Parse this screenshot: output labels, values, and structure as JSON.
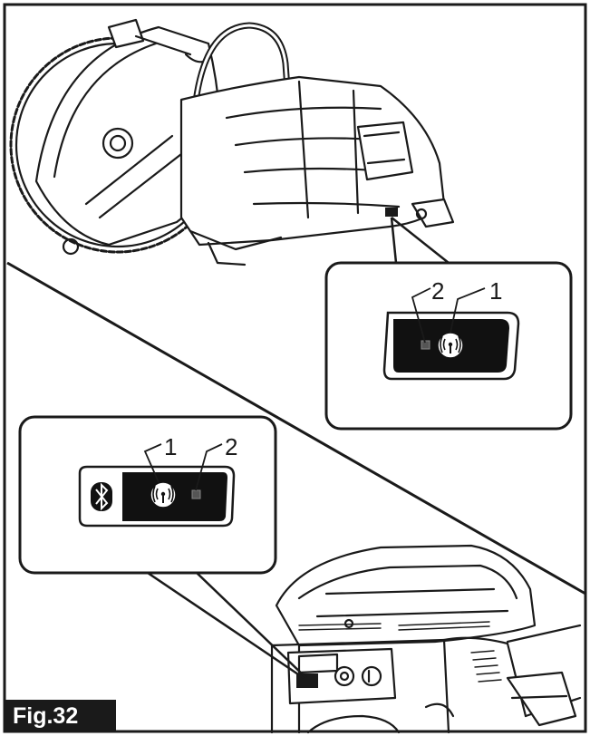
{
  "figure": {
    "label": "Fig.32"
  },
  "callouts": {
    "top": {
      "num1": "1",
      "num2": "2"
    },
    "bottom": {
      "num1": "1",
      "num2": "2"
    }
  },
  "icons": {
    "wireless": "wireless-activation-icon",
    "bluetooth": "bluetooth-icon",
    "lamp": "indicator-lamp-icon"
  },
  "colors": {
    "line": "#1a1a1a",
    "panel": "#111111",
    "background": "#ffffff"
  }
}
